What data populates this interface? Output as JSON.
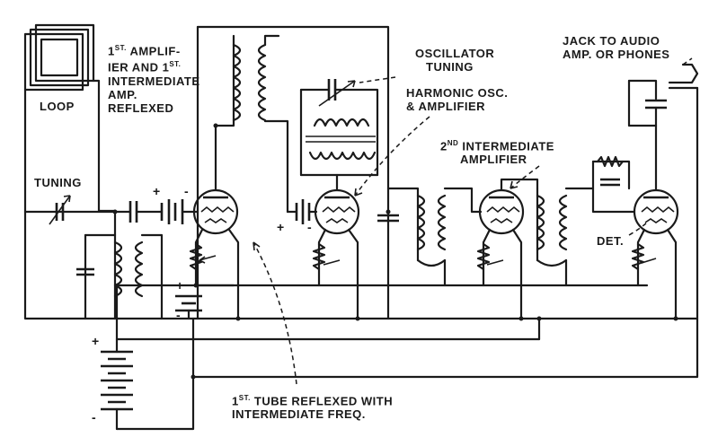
{
  "labels": {
    "loop": "LOOP",
    "tuning": "TUNING",
    "first_amp_line1_pre": "1",
    "first_amp_line1_sup": "ST.",
    "first_amp_line1_post": "AMPLIF-",
    "first_amp_line2_pre": "IER AND 1",
    "first_amp_line2_sup": "ST.",
    "first_amp_line3": "INTERMEDIATE",
    "first_amp_line4": "AMP.",
    "first_amp_line5": "REFLEXED",
    "osc_tuning_line1": "OSCILLATOR",
    "osc_tuning_line2": "TUNING",
    "harmonic_line1": "HARMONIC OSC.",
    "harmonic_line2": "& AMPLIFIER",
    "second_ia_line1_pre": "2",
    "second_ia_line1_sup": "ND",
    "second_ia_line1_post": "INTERMEDIATE",
    "second_ia_line2": "AMPLIFIER",
    "jack_line1": "JACK TO AUDIO",
    "jack_line2": "AMP. OR PHONES",
    "det": "DET.",
    "first_tube_line1_pre": "1",
    "first_tube_line1_sup": "ST.",
    "first_tube_line1_post": "TUBE REFLEXED WITH",
    "first_tube_line2": "INTERMEDIATE FREQ."
  },
  "signs": {
    "plus": "+",
    "minus": "-"
  },
  "colors": {
    "ink": "#1a1a1a",
    "paper": "#ffffff"
  }
}
